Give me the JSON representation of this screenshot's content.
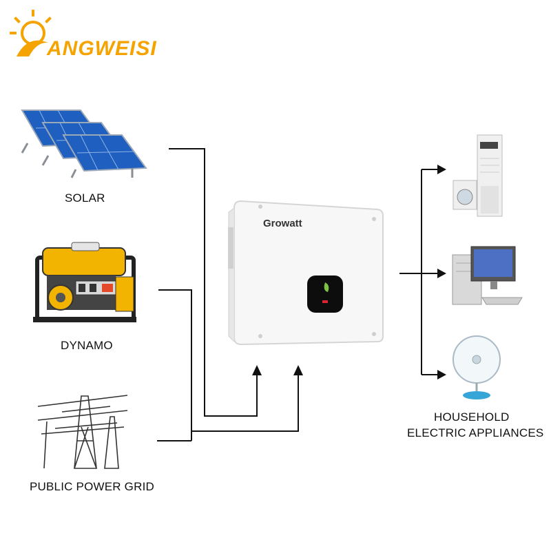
{
  "logo": {
    "text": "ANGWEISI"
  },
  "sources": {
    "solar": "SOLAR",
    "dynamo": "DYNAMO",
    "grid": "PUBLIC POWER GRID"
  },
  "inverter": {
    "brand": "Growatt"
  },
  "output": {
    "line1": "HOUSEHOLD",
    "line2": "ELECTRIC APPLIANCES"
  },
  "colors": {
    "logo": "#f5a300",
    "inverter_accent": "#7dc243",
    "line": "#111111"
  }
}
